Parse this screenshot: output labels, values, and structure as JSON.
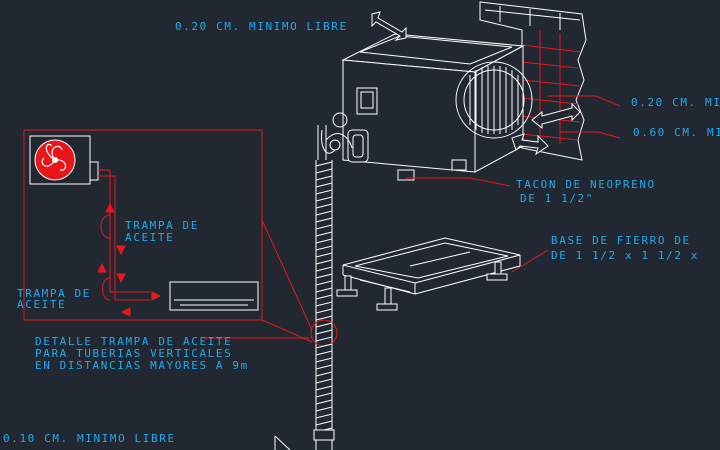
{
  "labels": {
    "top_clearance": "0.20 CM. MINIMO LIBRE",
    "right_clearance_1": "0.20 CM. MI",
    "right_clearance_2": "0.60 CM. MI",
    "tacon_1": "TACON DE NEOPRENO",
    "tacon_2": "DE 1 1/2\"",
    "base_1": "BASE DE FIERRO DE",
    "base_2": "DE 1 1/2 x 1 1/2 x",
    "trampa_1a": "TRAMPA DE",
    "trampa_1b": "ACEITE",
    "trampa_2a": "TRAMPA DE",
    "trampa_2b": "ACEITE",
    "detalle_1": "DETALLE TRAMPA DE ACEITE",
    "detalle_2": "PARA TUBERIAS VERTICALES",
    "detalle_3": "EN DISTANCIAS MAYORES A 9m",
    "bottom_clearance": "0.10 CM. MINIMO LIBRE"
  },
  "colors": {
    "background": "#212832",
    "label": "#25a9ea",
    "lines": "#ffffff",
    "detail": "#e8161b"
  }
}
